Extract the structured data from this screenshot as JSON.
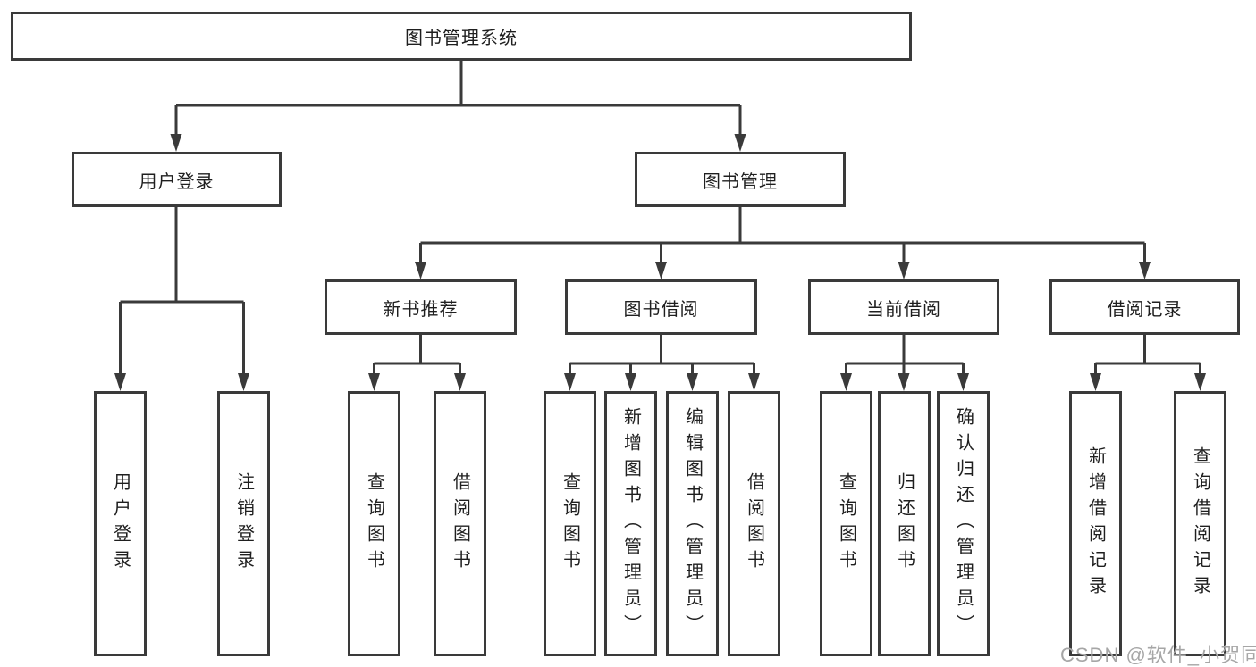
{
  "colors": {
    "line": "#3a3a3a",
    "text": "#1f1f1f",
    "background": "#ffffff",
    "watermark": "#a6a6a6"
  },
  "watermark": "CSDN @软件_小贺同学",
  "nodes": {
    "root": {
      "label": "图书管理系统"
    },
    "level2": [
      {
        "label": "用户登录"
      },
      {
        "label": "图书管理"
      }
    ],
    "level3": [
      {
        "label": "新书推荐"
      },
      {
        "label": "图书借阅"
      },
      {
        "label": "当前借阅"
      },
      {
        "label": "借阅记录"
      }
    ],
    "leaves": {
      "user": [
        "用户登录",
        "注销登录"
      ],
      "recommend": [
        "查询图书",
        "借阅图书"
      ],
      "borrow": [
        "查询图书",
        "新增图书（管理员）",
        "编辑图书（管理员）",
        "借阅图书"
      ],
      "current": [
        "查询图书",
        "归还图书",
        "确认归还（管理员）"
      ],
      "records": [
        "新增借阅记录",
        "查询借阅记录"
      ]
    }
  }
}
